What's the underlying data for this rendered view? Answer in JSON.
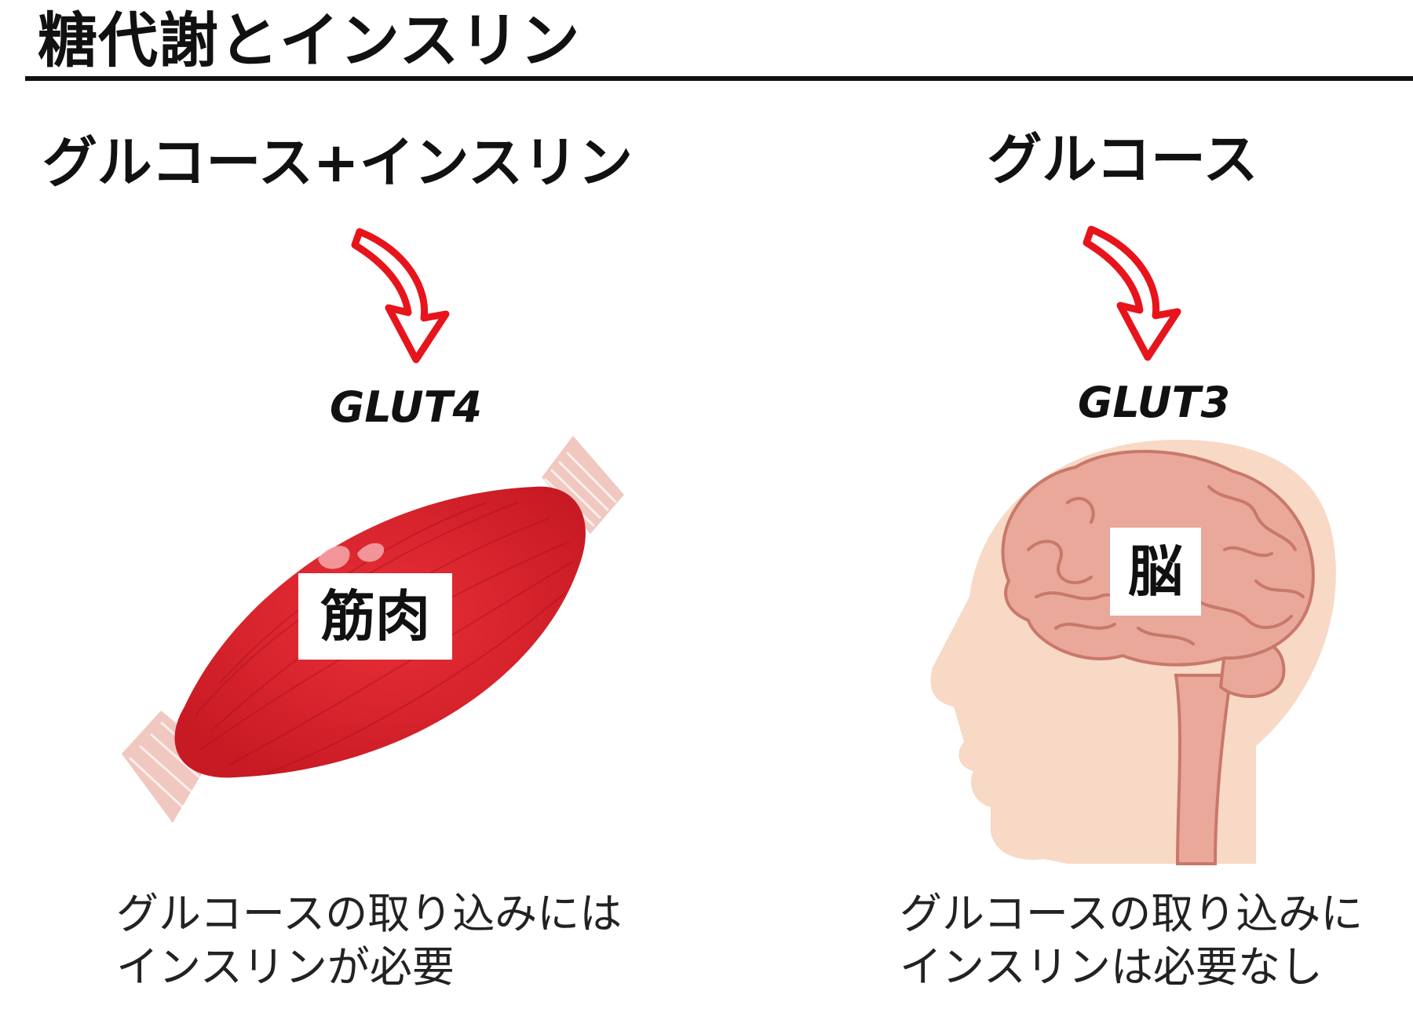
{
  "title": "糖代謝とインスリン",
  "left": {
    "heading": "グルコース+インスリン",
    "transporter": "GLUT4",
    "organ_label": "筋肉",
    "caption_line1": "グルコースの取り込みには",
    "caption_line2": "インスリンが必要"
  },
  "right": {
    "heading": "グルコース",
    "transporter": "GLUT3",
    "organ_label": "脳",
    "caption_line1": "グルコースの取り込みに",
    "caption_line2": "インスリンは必要なし"
  },
  "colors": {
    "arrow": "#e8141b",
    "muscle": "#d8222c",
    "tendon": "#f0c8c0",
    "head": "#f7d9c6",
    "brain": "#e9a89a",
    "brain_line": "#c9786a"
  }
}
